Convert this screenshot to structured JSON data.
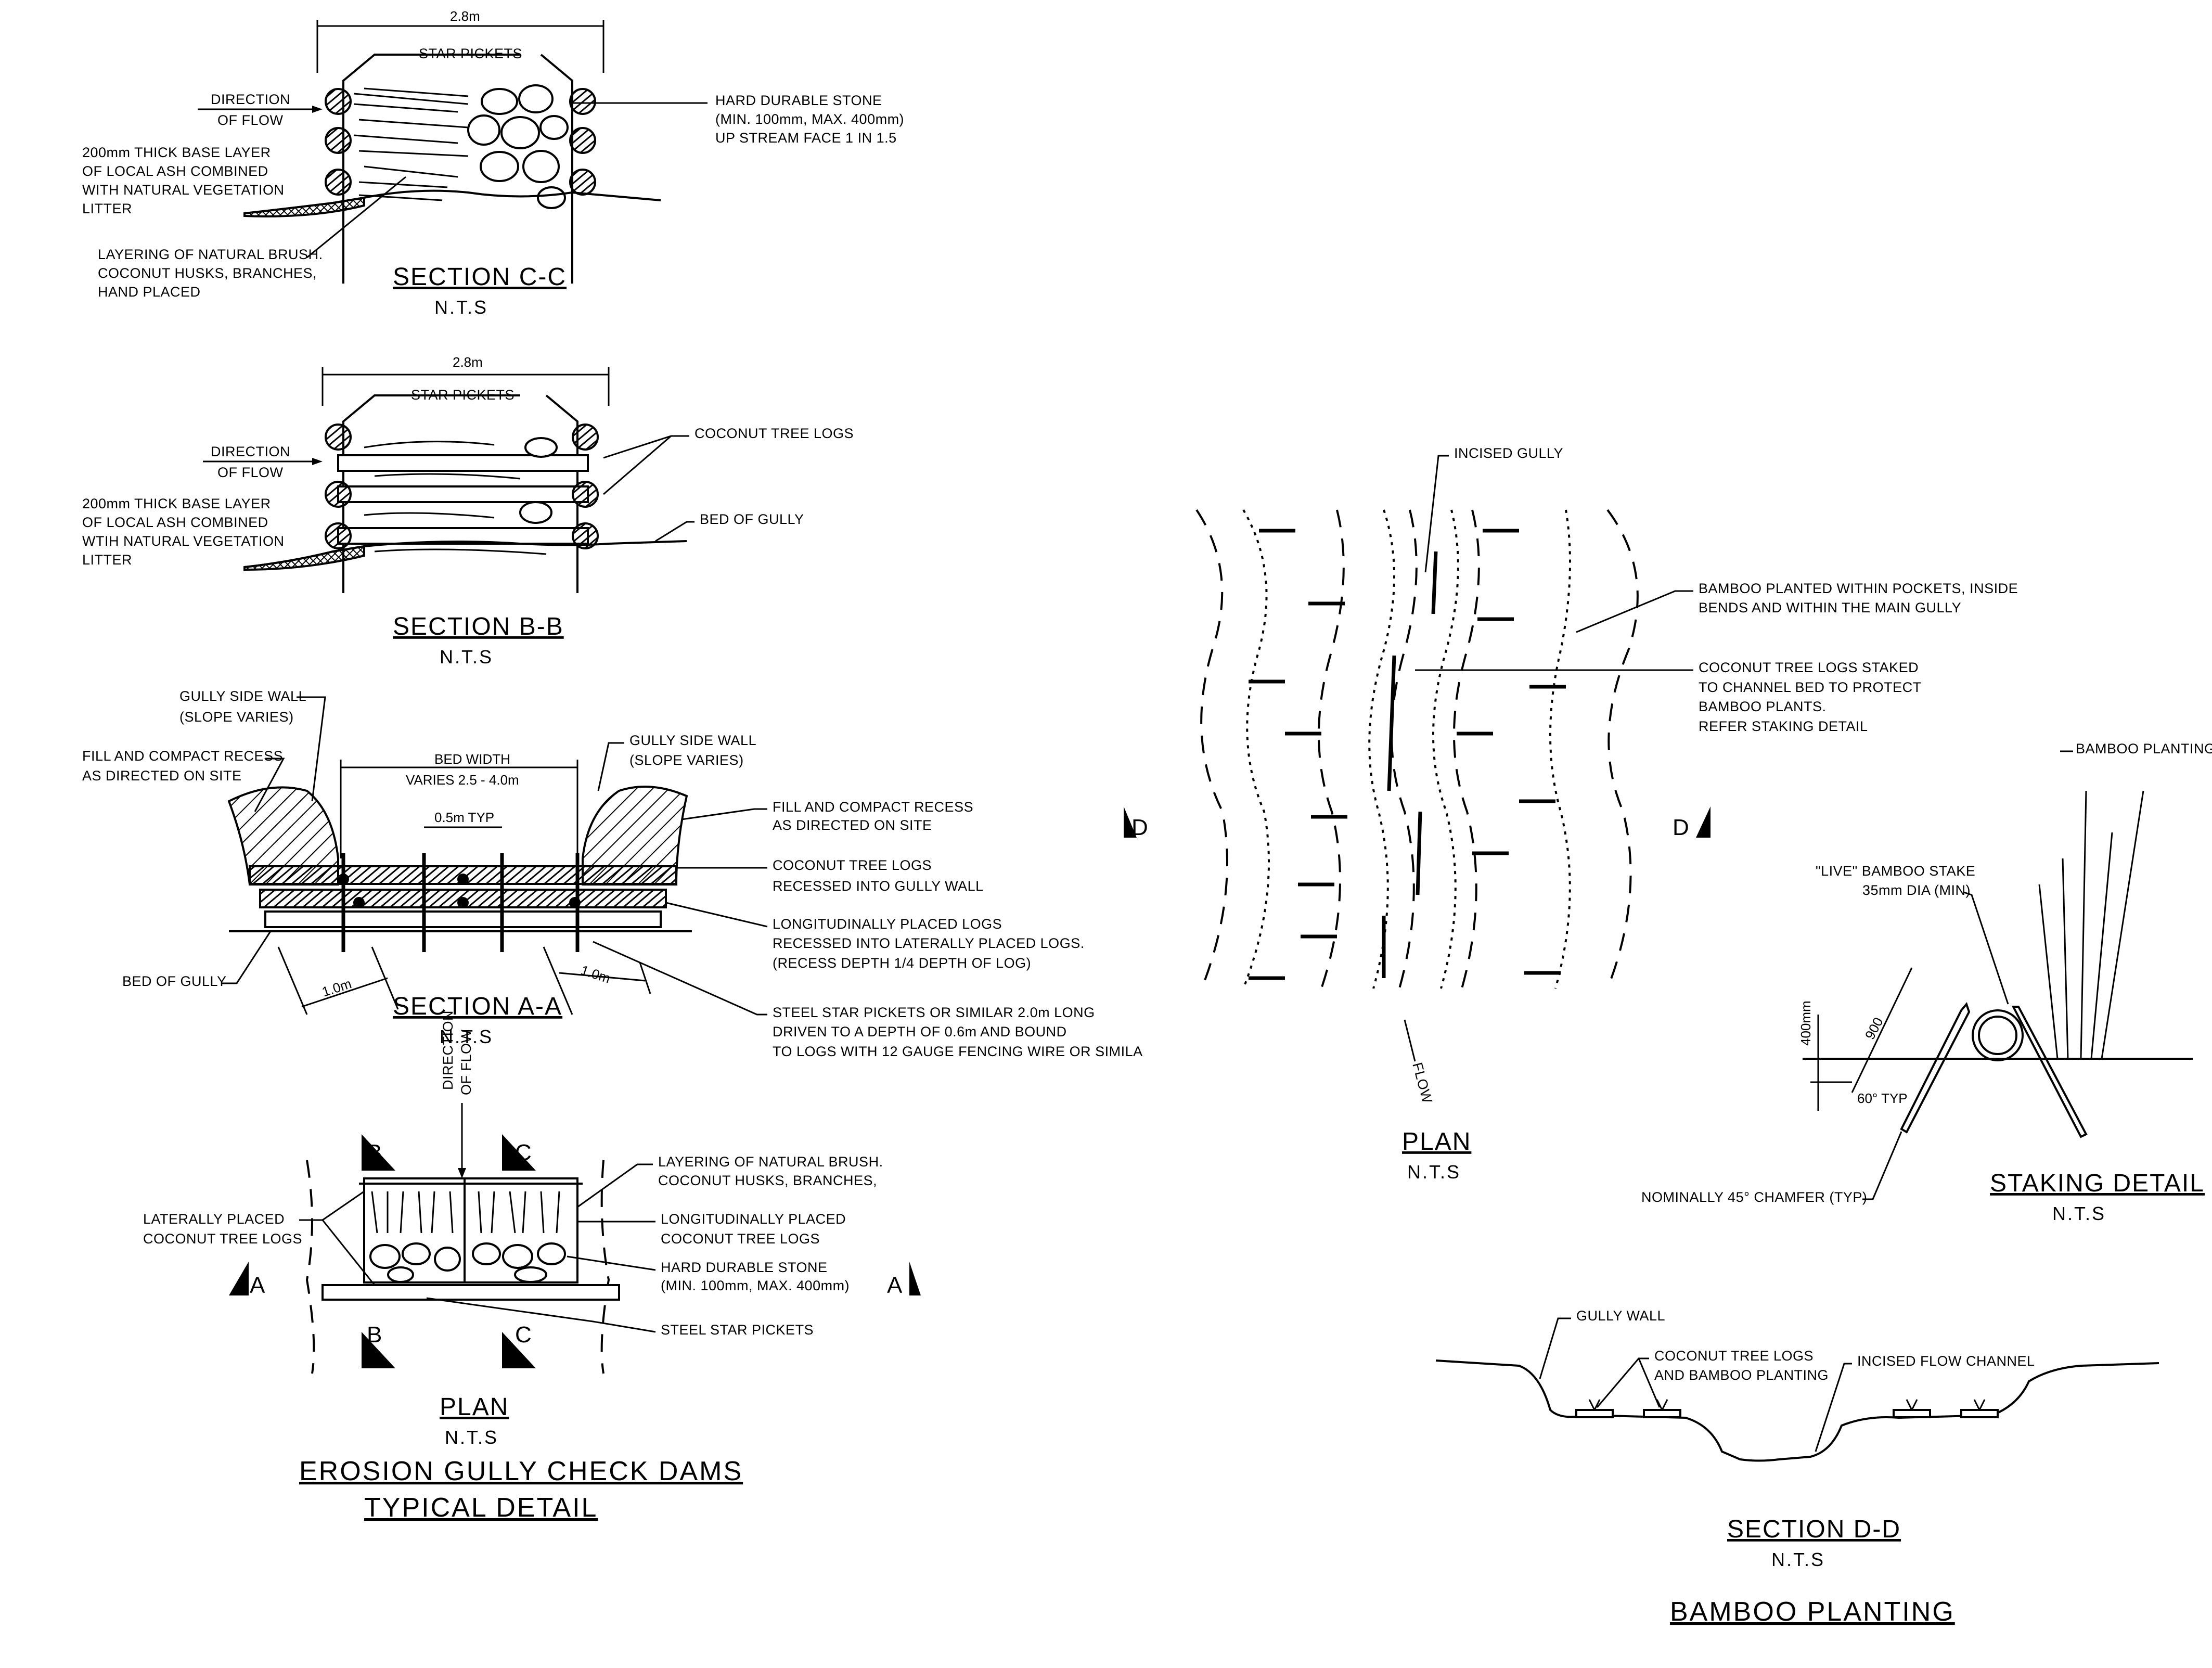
{
  "section_cc": {
    "dim_width": "2.8m",
    "star_pickets": "STAR PICKETS",
    "direction_of_flow": [
      "DIRECTION",
      "OF FLOW"
    ],
    "base_layer": [
      "200mm THICK BASE LAYER",
      "OF LOCAL ASH COMBINED",
      "WITH NATURAL VEGETATION",
      "LITTER"
    ],
    "layering": [
      "LAYERING OF NATURAL BRUSH.",
      "COCONUT HUSKS, BRANCHES,",
      "HAND PLACED"
    ],
    "stone": [
      "HARD DURABLE STONE",
      "(MIN. 100mm, MAX. 400mm)",
      "UP STREAM FACE 1 IN 1.5"
    ],
    "title": "SECTION C-C",
    "scale": "N.T.S"
  },
  "section_bb": {
    "dim_width": "2.8m",
    "star_pickets": "STAR PICKETS",
    "direction_of_flow": [
      "DIRECTION",
      "OF FLOW"
    ],
    "base_layer": [
      "200mm THICK BASE LAYER",
      "OF LOCAL ASH COMBINED",
      "WTIH NATURAL VEGETATION",
      "LITTER"
    ],
    "coconut_logs": "COCONUT TREE LOGS",
    "bed_of_gully": "BED OF GULLY",
    "title": "SECTION B-B",
    "scale": "N.T.S"
  },
  "section_aa": {
    "gully_side_wall_left": [
      "GULLY SIDE WALL",
      "(SLOPE VARIES)"
    ],
    "gully_side_wall_right": [
      "GULLY SIDE WALL",
      "(SLOPE VARIES)"
    ],
    "fill_left": [
      "FILL AND COMPACT RECESS",
      "AS DIRECTED ON SITE"
    ],
    "fill_right": [
      "FILL AND COMPACT RECESS",
      "AS DIRECTED ON SITE"
    ],
    "bed_width": [
      "BED WIDTH",
      "VARIES 2.5 - 4.0m"
    ],
    "spacing": "0.5m TYP",
    "coconut_logs": [
      "COCONUT TREE LOGS",
      "RECESSED INTO GULLY WALL"
    ],
    "long_logs": [
      "LONGITUDINALLY PLACED LOGS",
      "RECESSED INTO LATERALLY PLACED LOGS.",
      "(RECESS DEPTH 1/4 DEPTH OF LOG)"
    ],
    "bed_of_gully": "BED OF GULLY",
    "dim_left": "1.0m",
    "dim_right": "1.0m",
    "star_pickets": [
      "STEEL STAR PICKETS OR SIMILAR 2.0m LONG",
      "DRIVEN TO A DEPTH OF 0.6m AND BOUND",
      "TO LOGS WITH 12 GAUGE FENCING WIRE OR SIMILA"
    ],
    "title": "SECTION A-A",
    "scale": "N.T.S"
  },
  "plan_left": {
    "direction_of_flow": [
      "DIRECTION",
      "OF FLOW"
    ],
    "marker_b": "B",
    "marker_c": "C",
    "marker_a": "A",
    "lateral_logs": [
      "LATERALLY PLACED",
      "COCONUT TREE LOGS"
    ],
    "layering": [
      "LAYERING OF NATURAL BRUSH.",
      "COCONUT HUSKS, BRANCHES,"
    ],
    "long_logs": [
      "LONGITUDINALLY PLACED",
      "COCONUT TREE LOGS"
    ],
    "stone": [
      "HARD DURABLE STONE",
      "(MIN. 100mm, MAX. 400mm)"
    ],
    "steel_pickets": "STEEL STAR PICKETS",
    "title": "PLAN",
    "scale": "N.T.S",
    "main_title": [
      "EROSION GULLY CHECK DAMS",
      "TYPICAL DETAIL"
    ]
  },
  "plan_right": {
    "incised_gully": "INCISED GULLY",
    "bamboo_pockets": [
      "BAMBOO PLANTED WITHIN POCKETS, INSIDE",
      "BENDS AND WITHIN THE MAIN GULLY"
    ],
    "logs_staked": [
      "COCONUT TREE LOGS STAKED",
      "TO CHANNEL BED TO PROTECT",
      "BAMBOO PLANTS.",
      "REFER STAKING DETAIL"
    ],
    "marker_d": "D",
    "flow": "FLOW",
    "title": "PLAN",
    "scale": "N.T.S"
  },
  "staking_detail": {
    "bamboo_planting": "BAMBOO PLANTING",
    "live_stake": [
      "\"LIVE\" BAMBOO STAKE",
      "35mm DIA (MIN)"
    ],
    "dim_400": "400mm",
    "dim_900": "900",
    "angle": "60° TYP",
    "chamfer": "NOMINALLY 45° CHAMFER (TYP)",
    "title": "STAKING DETAIL",
    "scale": "N.T.S"
  },
  "section_dd": {
    "gully_wall": "GULLY WALL",
    "logs_bamboo": [
      "COCONUT TREE LOGS",
      "AND BAMBOO PLANTING"
    ],
    "flow_channel": "INCISED FLOW CHANNEL",
    "title": "SECTION D-D",
    "scale": "N.T.S",
    "main_title": "BAMBOO PLANTING"
  }
}
